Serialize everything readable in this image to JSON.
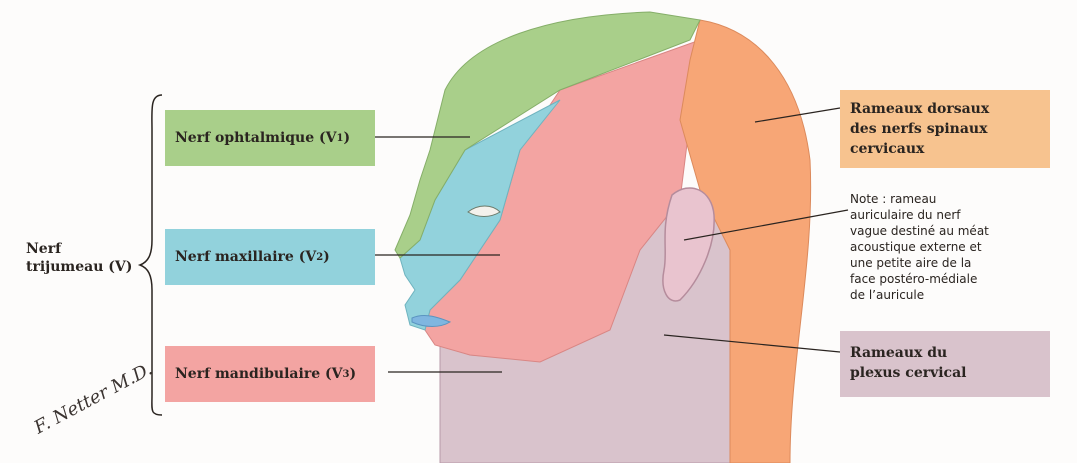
{
  "labels": {
    "v1": {
      "text": "Nerf ophtalmique (V",
      "sub": "1",
      "close": ")"
    },
    "v2": {
      "text": "Nerf maxillaire (V",
      "sub": "2",
      "close": ")"
    },
    "v3": {
      "text": "Nerf mandibulaire (V",
      "sub": "3",
      "close": ")"
    },
    "trijumeau": [
      "Nerf",
      "trijumeau (V)"
    ],
    "dorsal": [
      "Rameaux dorsaux",
      "des nerfs spinaux",
      "cervicaux"
    ],
    "cervical": [
      "Rameaux du",
      "plexus cervical"
    ],
    "note": [
      "Note : rameau",
      "auriculaire du nerf",
      "vague destiné au méat",
      "acoustique externe et",
      "une petite aire de la",
      "face postéro-médiale",
      "de l’auricule"
    ],
    "signature": "F. Netter M.D."
  },
  "colors": {
    "ophthalmic": "#a9cf8a",
    "maxillary": "#92d2dc",
    "mandibular": "#f3a4a2",
    "dorsal_rami": "#f7c38f",
    "cervical_plexus": "#d9c3cc"
  }
}
